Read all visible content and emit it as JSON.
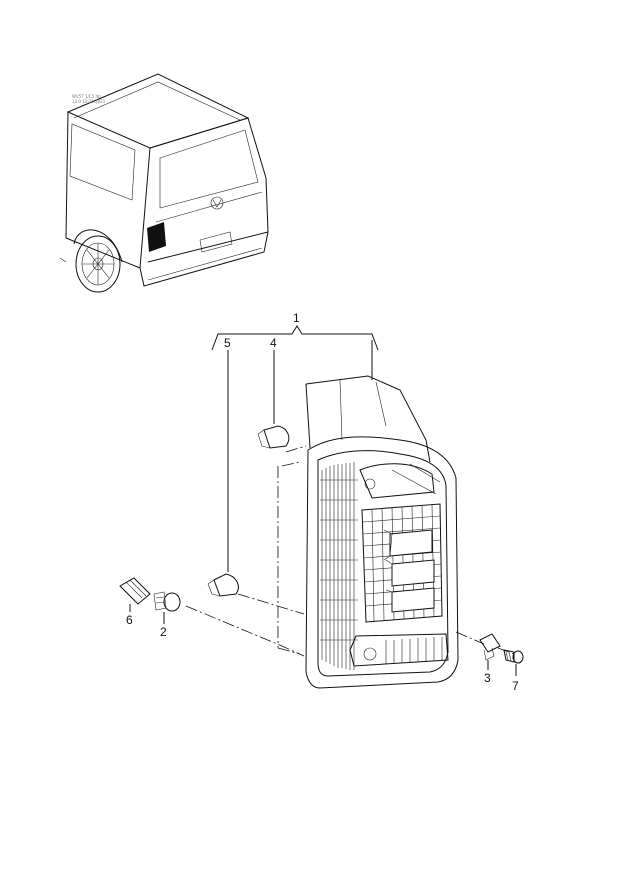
{
  "diagram": {
    "stamp_lines": [
      "WV5T 1/C5 ltd",
      "13.0 12-11.2021"
    ],
    "callouts": {
      "group": "1",
      "bulb_5": "5",
      "bulb_4": "4",
      "socket_6": "6",
      "nut_2": "2",
      "clip_3": "3",
      "screw_7": "7"
    }
  }
}
